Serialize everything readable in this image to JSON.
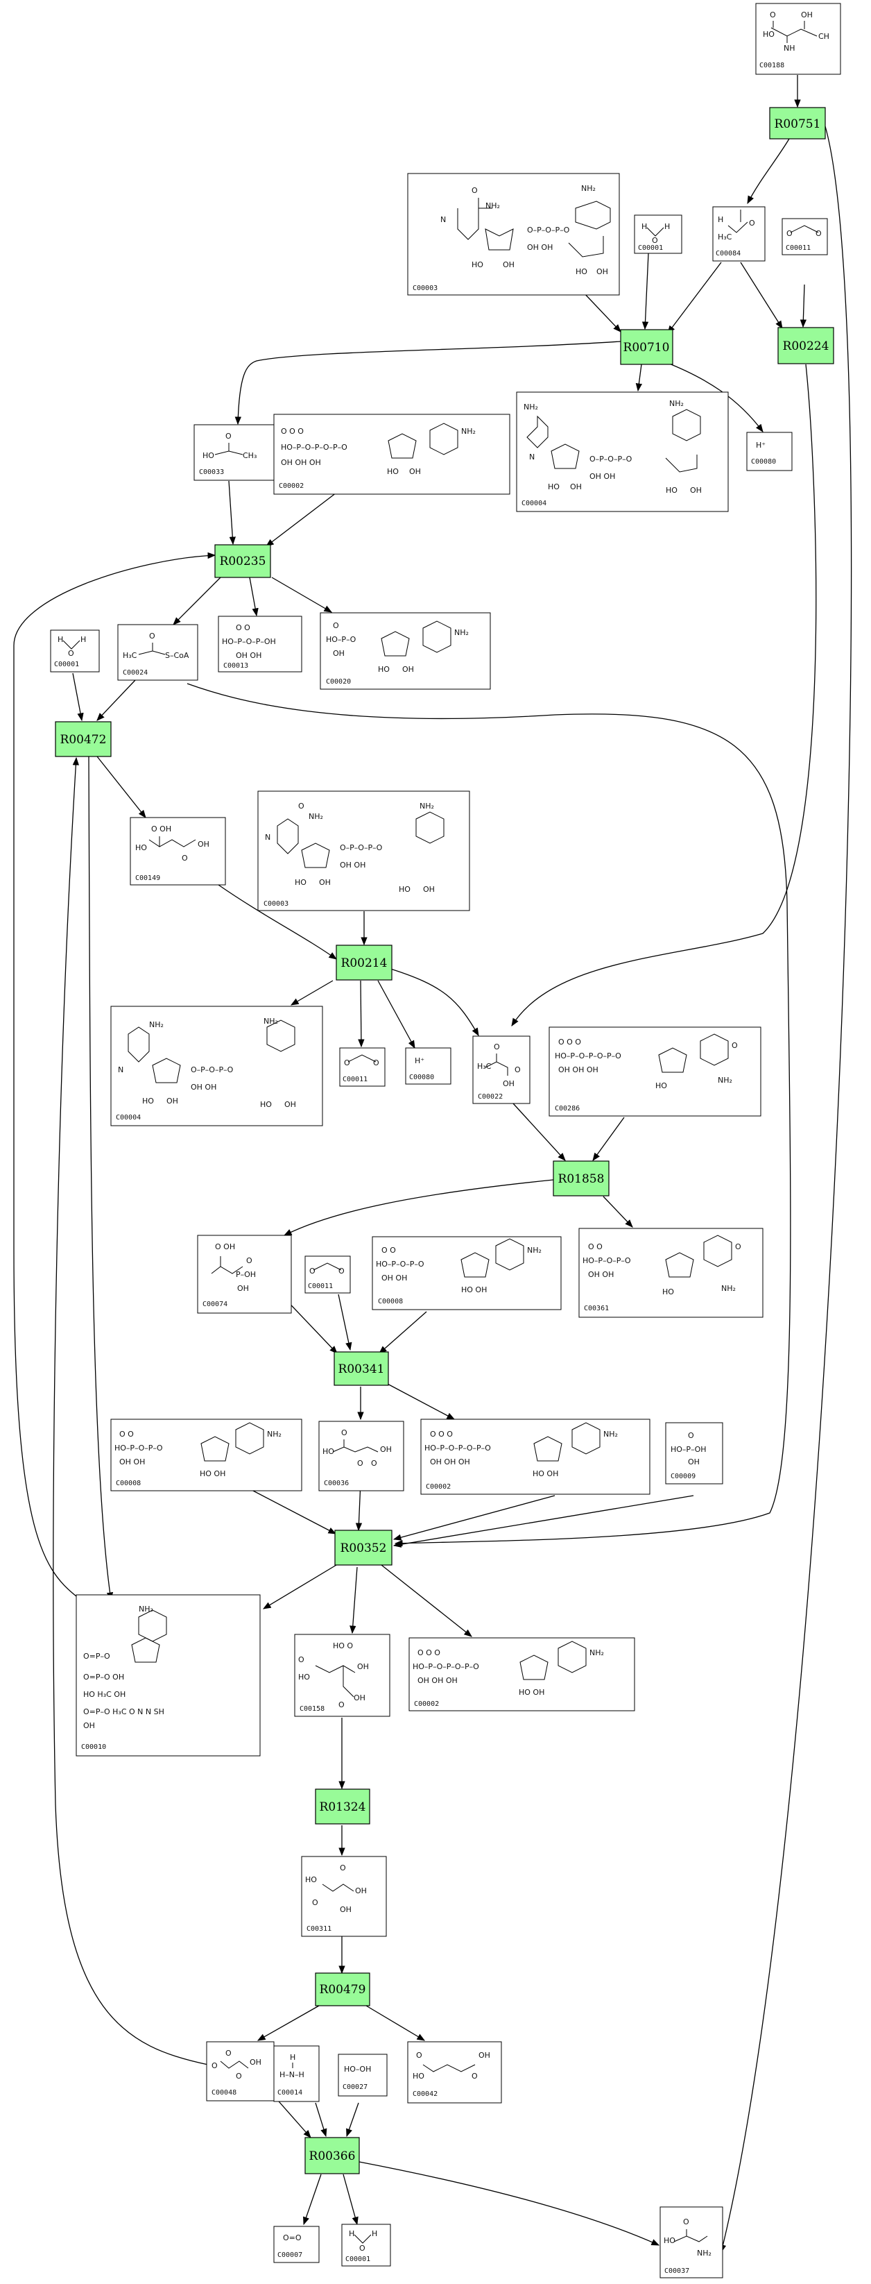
{
  "colors": {
    "reaction_fill": "#98fb98",
    "reaction_stroke": "#000000",
    "compound_stroke": "#000000",
    "edge": "#000000"
  },
  "reactions": [
    {
      "id": "R00751",
      "label": "R00751"
    },
    {
      "id": "R00224",
      "label": "R00224"
    },
    {
      "id": "R00710",
      "label": "R00710"
    },
    {
      "id": "R00235",
      "label": "R00235"
    },
    {
      "id": "R00472",
      "label": "R00472"
    },
    {
      "id": "R00214",
      "label": "R00214"
    },
    {
      "id": "R01858",
      "label": "R01858"
    },
    {
      "id": "R00341",
      "label": "R00341"
    },
    {
      "id": "R00352",
      "label": "R00352"
    },
    {
      "id": "R01324",
      "label": "R01324"
    },
    {
      "id": "R00479",
      "label": "R00479"
    },
    {
      "id": "R00366",
      "label": "R00366"
    }
  ],
  "compounds": [
    {
      "key": "c00188",
      "label": "C00188",
      "formula": "HO-C(=O)-CH(NH2)-CH(OH)-CH3"
    },
    {
      "key": "c00003a",
      "label": "C00003",
      "formula": "NAD+"
    },
    {
      "key": "c00001a",
      "label": "C00001",
      "formula": "H-O-H"
    },
    {
      "key": "c00084",
      "label": "C00084",
      "formula": "H3C-CH=O"
    },
    {
      "key": "c00011a",
      "label": "C00011",
      "formula": "O=C=O"
    },
    {
      "key": "c00033",
      "label": "C00033",
      "formula": "HO-C(=O)-CH3"
    },
    {
      "key": "c00002a",
      "label": "C00002",
      "formula": "ATP"
    },
    {
      "key": "c00004a",
      "label": "C00004",
      "formula": "NADH"
    },
    {
      "key": "c00080a",
      "label": "C00080",
      "formula": "H+"
    },
    {
      "key": "c00001b",
      "label": "C00001",
      "formula": "H-O-H"
    },
    {
      "key": "c00024",
      "label": "C00024",
      "formula": "H3C-C(=O)-S-CoA"
    },
    {
      "key": "c00013",
      "label": "C00013",
      "formula": "HO-P(=O)(OH)-O-P(=O)(OH)-OH"
    },
    {
      "key": "c00020",
      "label": "C00020",
      "formula": "AMP"
    },
    {
      "key": "c00149",
      "label": "C00149",
      "formula": "HO-C(=O)-CH(OH)-CH2-C(=O)-OH"
    },
    {
      "key": "c00003b",
      "label": "C00003",
      "formula": "NAD+"
    },
    {
      "key": "c00004b",
      "label": "C00004",
      "formula": "NADH"
    },
    {
      "key": "c00011b",
      "label": "C00011",
      "formula": "O=C=O"
    },
    {
      "key": "c00080b",
      "label": "C00080",
      "formula": "H+"
    },
    {
      "key": "c00022",
      "label": "C00022",
      "formula": "H3C-C(=O)-C(=O)-OH"
    },
    {
      "key": "c00286",
      "label": "C00286",
      "formula": "dGTP"
    },
    {
      "key": "c00074",
      "label": "C00074",
      "formula": "CH2=C(COOH)-O-P(=O)(OH)-OH"
    },
    {
      "key": "c00011c",
      "label": "C00011",
      "formula": "O=C=O"
    },
    {
      "key": "c00008a",
      "label": "C00008",
      "formula": "ADP"
    },
    {
      "key": "c00361",
      "label": "C00361",
      "formula": "dGDP"
    },
    {
      "key": "c00008b",
      "label": "C00008",
      "formula": "ADP"
    },
    {
      "key": "c00036",
      "label": "C00036",
      "formula": "HO-C(=O)-C(=O)-CH2-C(=O)-OH"
    },
    {
      "key": "c00002b",
      "label": "C00002",
      "formula": "ATP"
    },
    {
      "key": "c00009",
      "label": "C00009",
      "formula": "HO-P(=O)(OH)-OH"
    },
    {
      "key": "c00010",
      "label": "C00010",
      "formula": "CoA-SH"
    },
    {
      "key": "c00158",
      "label": "C00158",
      "formula": "Citrate"
    },
    {
      "key": "c00002c",
      "label": "C00002",
      "formula": "ATP"
    },
    {
      "key": "c00311",
      "label": "C00311",
      "formula": "Isocitrate"
    },
    {
      "key": "c00048",
      "label": "C00048",
      "formula": "OHC-C(=O)-OH"
    },
    {
      "key": "c00014",
      "label": "C00014",
      "formula": "H-N(H)-H"
    },
    {
      "key": "c00027",
      "label": "C00027",
      "formula": "HO-OH"
    },
    {
      "key": "c00042",
      "label": "C00042",
      "formula": "HO-C(=O)-CH2-CH2-C(=O)-OH"
    },
    {
      "key": "c00007",
      "label": "C00007",
      "formula": "O=O"
    },
    {
      "key": "c00001c",
      "label": "C00001",
      "formula": "H-O-H"
    },
    {
      "key": "c00037",
      "label": "C00037",
      "formula": "HO-C(=O)-CH2-NH2"
    }
  ]
}
